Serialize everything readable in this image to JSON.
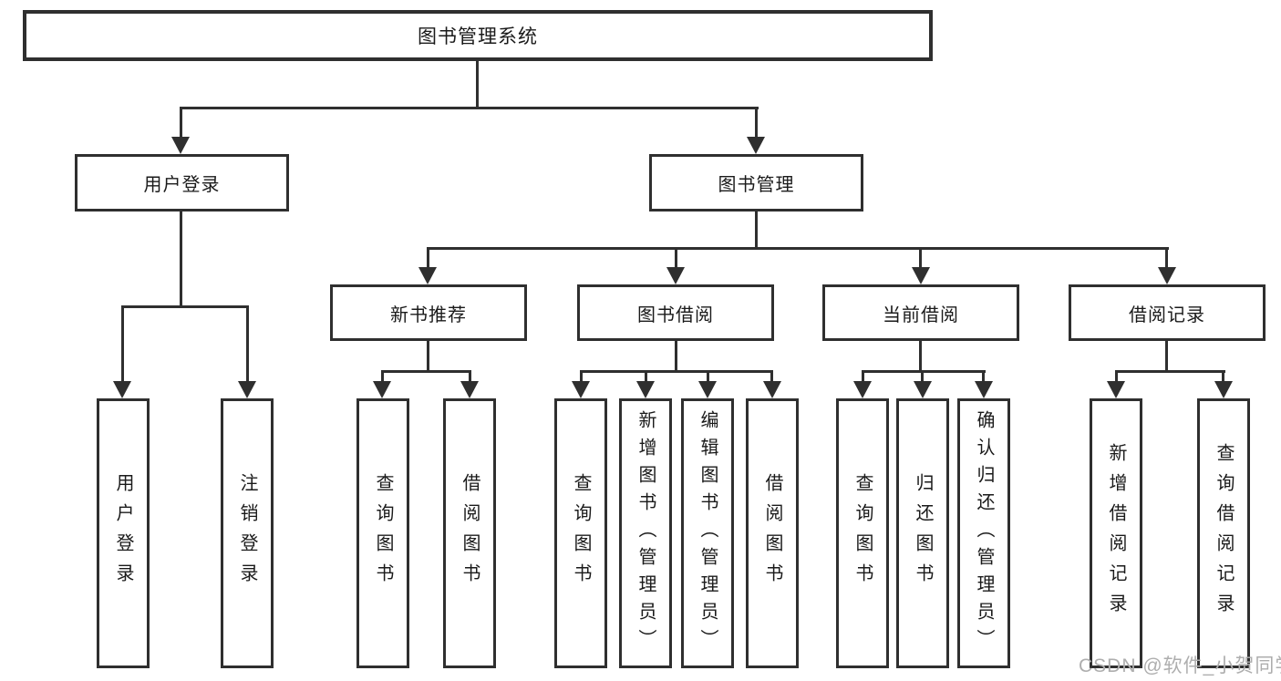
{
  "tree": {
    "label": "图书管理系统",
    "children": [
      {
        "label": "用户登录",
        "children": [
          {
            "label": "用户登录"
          },
          {
            "label": "注销登录"
          }
        ]
      },
      {
        "label": "图书管理",
        "children": [
          {
            "label": "新书推荐",
            "children": [
              {
                "label": "查询图书"
              },
              {
                "label": "借阅图书"
              }
            ]
          },
          {
            "label": "图书借阅",
            "children": [
              {
                "label": "查询图书"
              },
              {
                "label": "新增图书（管理员）"
              },
              {
                "label": "编辑图书（管理员）"
              },
              {
                "label": "借阅图书"
              }
            ]
          },
          {
            "label": "当前借阅",
            "children": [
              {
                "label": "查询图书"
              },
              {
                "label": "归还图书"
              },
              {
                "label": "确认归还（管理员）"
              }
            ]
          },
          {
            "label": "借阅记录",
            "children": [
              {
                "label": "新增借阅记录"
              },
              {
                "label": "查询借阅记录"
              }
            ]
          }
        ]
      }
    ]
  },
  "watermark": "CSDN @软件_小贺同学",
  "colors": {
    "line": "#2f2f2f",
    "text": "#1a1a1a",
    "background": "#ffffff",
    "watermark": "#aeaeae"
  }
}
